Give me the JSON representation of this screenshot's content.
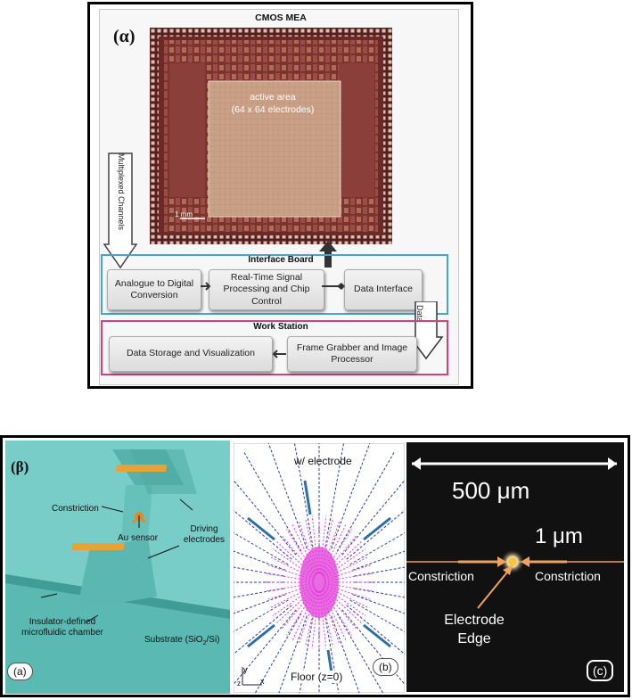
{
  "alpha": {
    "panel_label": "(α)",
    "title": "CMOS MEA",
    "chip": {
      "active_area_line1": "active area",
      "active_area_line2": "(64 x 64 electrodes)",
      "scale_bar": "1 mm"
    },
    "multiplexed_label": "Multiplexed Channels",
    "interface_board": {
      "title": "Interface Board",
      "box1": "Analogue to Digital Conversion",
      "box2": "Real-Time Signal Processing and Chip Control",
      "box3": "Data Interface"
    },
    "data_label": "Data",
    "work_station": {
      "title": "Work Station",
      "box1": "Data Storage and Visualization",
      "box2": "Frame Grabber and Image Processor"
    },
    "colors": {
      "interface_border": "#4aa3c8",
      "workstation_border": "#d0427a",
      "chip_base": "#6b2a26",
      "chip_core": "#c79b7e"
    }
  },
  "beta": {
    "panel_label": "(β)",
    "a": {
      "constriction": "Constriction",
      "au_sensor": "Au sensor",
      "driving_electrodes": "Driving electrodes",
      "insulator": "Insulator-defined microfluidic chamber",
      "substrate": "Substrate (SiO",
      "substrate_sub": "2",
      "substrate_end": "/Si)",
      "label": "(a)"
    },
    "b": {
      "title": "w/ electrode",
      "floor": "Floor (z=0)",
      "label": "(b)",
      "axis_y": "y",
      "axis_x": "x",
      "axis_z": "z"
    },
    "c": {
      "scale_500": "500 μm",
      "scale_1": "1 μm",
      "constriction_left": "Constriction",
      "constriction_right": "Constriction",
      "electrode_edge_line1": "Electrode",
      "electrode_edge_line2": "Edge",
      "label": "(c)"
    },
    "colors": {
      "teal": "#4fb3ae",
      "field_magenta": "#e23ad8",
      "field_blue": "#2a3f9a",
      "arrow_orange": "#f0a25a"
    }
  }
}
